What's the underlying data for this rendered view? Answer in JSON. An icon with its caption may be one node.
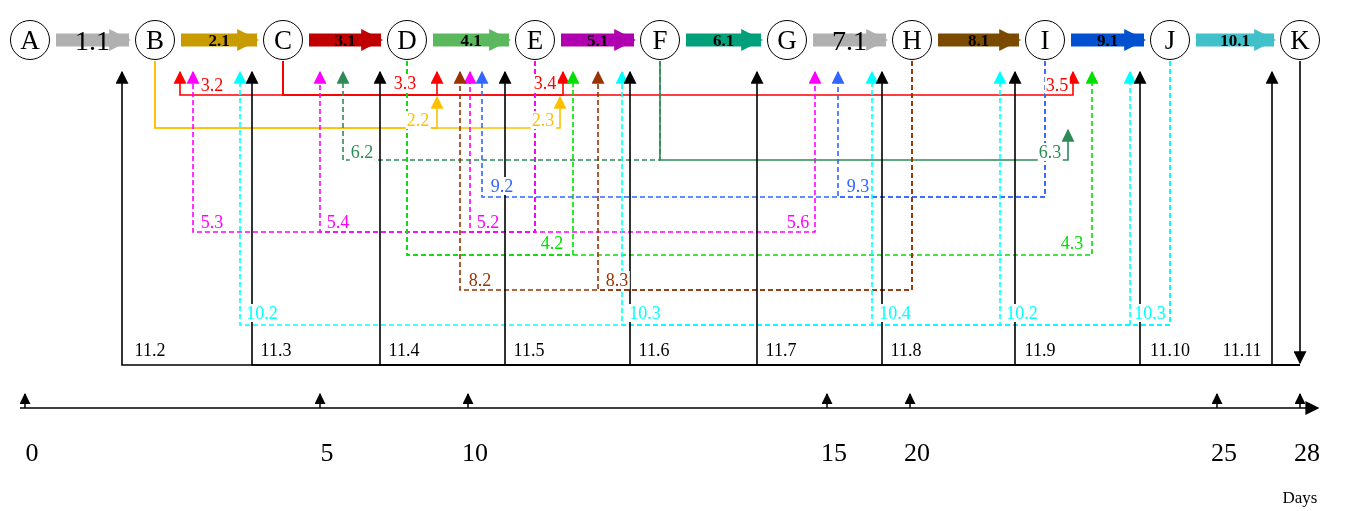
{
  "diagram": {
    "nodes": [
      {
        "text": [
          "A"
        ]
      },
      {
        "text": [
          "B"
        ]
      },
      {
        "text": [
          "C"
        ]
      },
      {
        "text": [
          "D"
        ]
      },
      {
        "text": [
          "E"
        ]
      },
      {
        "text": [
          "F"
        ]
      },
      {
        "text": [
          "G"
        ]
      },
      {
        "text": [
          "H"
        ]
      },
      {
        "text": [
          "I"
        ]
      },
      {
        "text": [
          "J"
        ]
      },
      {
        "text": [
          "K"
        ]
      }
    ],
    "edges": [
      {
        "from": 0,
        "to": 1,
        "arrow": "to",
        "label": "1.1",
        "style": "thick",
        "color": "#b0b0b0"
      },
      {
        "from": 1,
        "to": 2,
        "arrow": "to",
        "label": "2.1",
        "style": "thick",
        "color": "#c89b00"
      },
      {
        "from": 2,
        "to": 3,
        "arrow": "to",
        "label": "3.1",
        "style": "thick",
        "color": "#c00000"
      },
      {
        "from": 3,
        "to": 4,
        "arrow": "to",
        "label": "4.1",
        "style": "thick",
        "color": "#5cb85c"
      },
      {
        "from": 4,
        "to": 5,
        "arrow": "to",
        "label": "5.1",
        "style": "thick",
        "color": "#b000b0"
      },
      {
        "from": 5,
        "to": 6,
        "arrow": "to",
        "label": "6.1",
        "style": "thick",
        "color": "#00a07a"
      },
      {
        "from": 6,
        "to": 7,
        "arrow": "to",
        "label": "7.1",
        "style": "thick",
        "color": "#b0b0b0"
      },
      {
        "from": 7,
        "to": 8,
        "arrow": "to",
        "label": "8.1",
        "style": "thick",
        "color": "#7a4a00"
      },
      {
        "from": 8,
        "to": 9,
        "arrow": "to",
        "label": "9.1",
        "style": "thick",
        "color": "#0050d0"
      },
      {
        "from": 9,
        "to": 10,
        "arrow": "to",
        "label": "10.1",
        "style": "thick",
        "color": "#40c0c8"
      },
      {
        "from": 2,
        "to": 1,
        "arrow": "to",
        "label": "3.2",
        "color": "#ff0000"
      },
      {
        "from": 2,
        "to": 3,
        "arrow": "to",
        "label": "3.3",
        "color": "#ff0000"
      },
      {
        "from": 2,
        "to": 4,
        "arrow": "to",
        "label": "3.4",
        "color": "#ff0000"
      },
      {
        "from": 2,
        "to": 8,
        "arrow": "to",
        "label": "3.5",
        "color": "#ff0000"
      },
      {
        "from": 1,
        "to": null,
        "arrow": "to",
        "label": "2.2",
        "color": "#ffc000"
      },
      {
        "from": 1,
        "to": null,
        "arrow": "to",
        "label": "2.3",
        "color": "#ffc000"
      },
      {
        "from": 4,
        "to": 1,
        "arrow": "to",
        "label": "5.3",
        "style": "dashed",
        "color": "#ff00ff"
      },
      {
        "from": 4,
        "to": 2,
        "arrow": "to",
        "label": "5.4",
        "style": "dashed",
        "color": "#ff00ff"
      },
      {
        "from": 4,
        "to": null,
        "arrow": "to",
        "label": "5.2",
        "style": "dashed",
        "color": "#ff00ff"
      },
      {
        "from": 4,
        "to": 6,
        "arrow": "to",
        "label": "5.6",
        "style": "dashed",
        "color": "#ff00ff"
      },
      {
        "from": 5,
        "to": null,
        "arrow": "to",
        "label": "6.2",
        "style": "dashed",
        "color": "#2e8b57"
      },
      {
        "from": 5,
        "to": null,
        "arrow": "to",
        "label": "6.3",
        "color": "#2e8b57"
      },
      {
        "from": 3,
        "to": 4,
        "arrow": "to",
        "label": "4.2",
        "style": "dashed",
        "color": "#00e000"
      },
      {
        "from": 3,
        "to": 8,
        "arrow": "to",
        "label": "4.3",
        "style": "dashed",
        "color": "#00e000"
      },
      {
        "from": 8,
        "to": 4,
        "arrow": "to",
        "label": "9.2",
        "style": "dashed",
        "color": "#3366ff"
      },
      {
        "from": 8,
        "to": 6,
        "arrow": "to",
        "label": "9.3",
        "style": "dashed",
        "color": "#3366ff"
      },
      {
        "from": 7,
        "to": null,
        "arrow": "to",
        "label": "8.2",
        "style": "dashed",
        "color": "#993300"
      },
      {
        "from": 7,
        "to": null,
        "arrow": "to",
        "label": "8.3",
        "style": "dashed",
        "color": "#993300"
      },
      {
        "from": 9,
        "to": 2,
        "arrow": "to",
        "label": "10.2",
        "style": "dashed",
        "color": "#00ffff"
      },
      {
        "from": 9,
        "to": 5,
        "arrow": "to",
        "label": "10.3",
        "style": "dashed",
        "color": "#00ffff"
      },
      {
        "from": 9,
        "to": 7,
        "arrow": "to",
        "label": "10.4",
        "style": "dashed",
        "color": "#00ffff"
      },
      {
        "from": 9,
        "to": 8,
        "arrow": "to",
        "label": "10.2",
        "style": "dashed",
        "color": "#00ffff"
      },
      {
        "from": 9,
        "to": 9,
        "arrow": "to",
        "label": "10.3",
        "style": "dashed",
        "color": "#00ffff"
      },
      {
        "from": null,
        "to": 1,
        "arrow": "to",
        "label": "11.2"
      },
      {
        "from": null,
        "to": 2,
        "arrow": "to",
        "label": "11.3"
      },
      {
        "from": null,
        "to": 3,
        "arrow": "to",
        "label": "11.4"
      },
      {
        "from": null,
        "to": 4,
        "arrow": "to",
        "label": "11.5"
      },
      {
        "from": null,
        "to": 5,
        "arrow": "to",
        "label": "11.6"
      },
      {
        "from": null,
        "to": 6,
        "arrow": "to",
        "label": "11.7"
      },
      {
        "from": null,
        "to": 7,
        "arrow": "to",
        "label": "11.8"
      },
      {
        "from": null,
        "to": 8,
        "arrow": "to",
        "label": "11.9"
      },
      {
        "from": null,
        "to": 9,
        "arrow": "to",
        "label": "11.10"
      },
      {
        "from": null,
        "to": 10,
        "arrow": "to",
        "label": "11.11"
      },
      {
        "from": 10,
        "to": null,
        "arrow": "to"
      }
    ],
    "labels": [
      "0",
      "5",
      "10",
      "15",
      "20",
      "25",
      "28",
      "Days"
    ]
  }
}
